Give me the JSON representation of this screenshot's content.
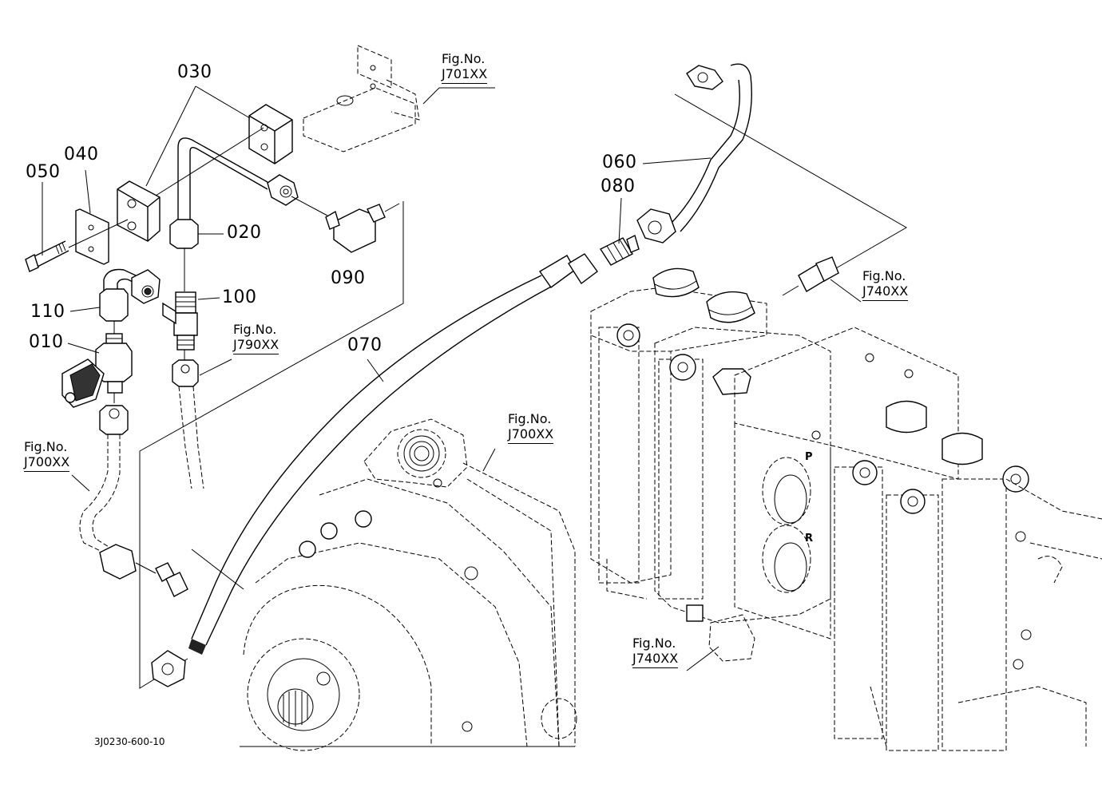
{
  "diagram": {
    "drawing_code": "3J0230-600-10",
    "part_labels": [
      {
        "id": "010",
        "text": "010"
      },
      {
        "id": "020",
        "text": "020"
      },
      {
        "id": "030",
        "text": "030"
      },
      {
        "id": "040",
        "text": "040"
      },
      {
        "id": "050",
        "text": "050"
      },
      {
        "id": "060",
        "text": "060"
      },
      {
        "id": "070",
        "text": "070"
      },
      {
        "id": "080",
        "text": "080"
      },
      {
        "id": "090",
        "text": "090"
      },
      {
        "id": "100",
        "text": "100"
      },
      {
        "id": "110",
        "text": "110"
      }
    ],
    "figure_refs": [
      {
        "line1": "Fig.No.",
        "line2": "J701XX"
      },
      {
        "line1": "Fig.No.",
        "line2": "J740XX"
      },
      {
        "line1": "Fig.No.",
        "line2": "J790XX"
      },
      {
        "line1": "Fig.No.",
        "line2": "J700XX"
      },
      {
        "line1": "Fig.No.",
        "line2": "J700XX"
      },
      {
        "line1": "Fig.No.",
        "line2": "J740XX"
      }
    ],
    "port_marks": {
      "p": "P",
      "r": "R"
    }
  }
}
